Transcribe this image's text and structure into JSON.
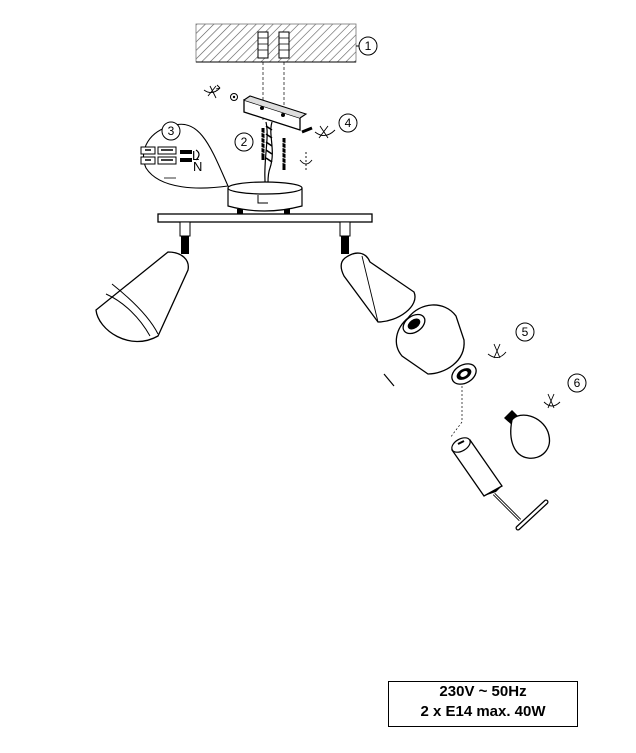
{
  "steps": [
    "1",
    "2",
    "3",
    "4",
    "5",
    "6"
  ],
  "wiring": {
    "terminal_l": "L",
    "terminal_n": "N"
  },
  "spec": {
    "line1": "230V ~ 50Hz",
    "line2": "2 x E14  max. 40W"
  }
}
